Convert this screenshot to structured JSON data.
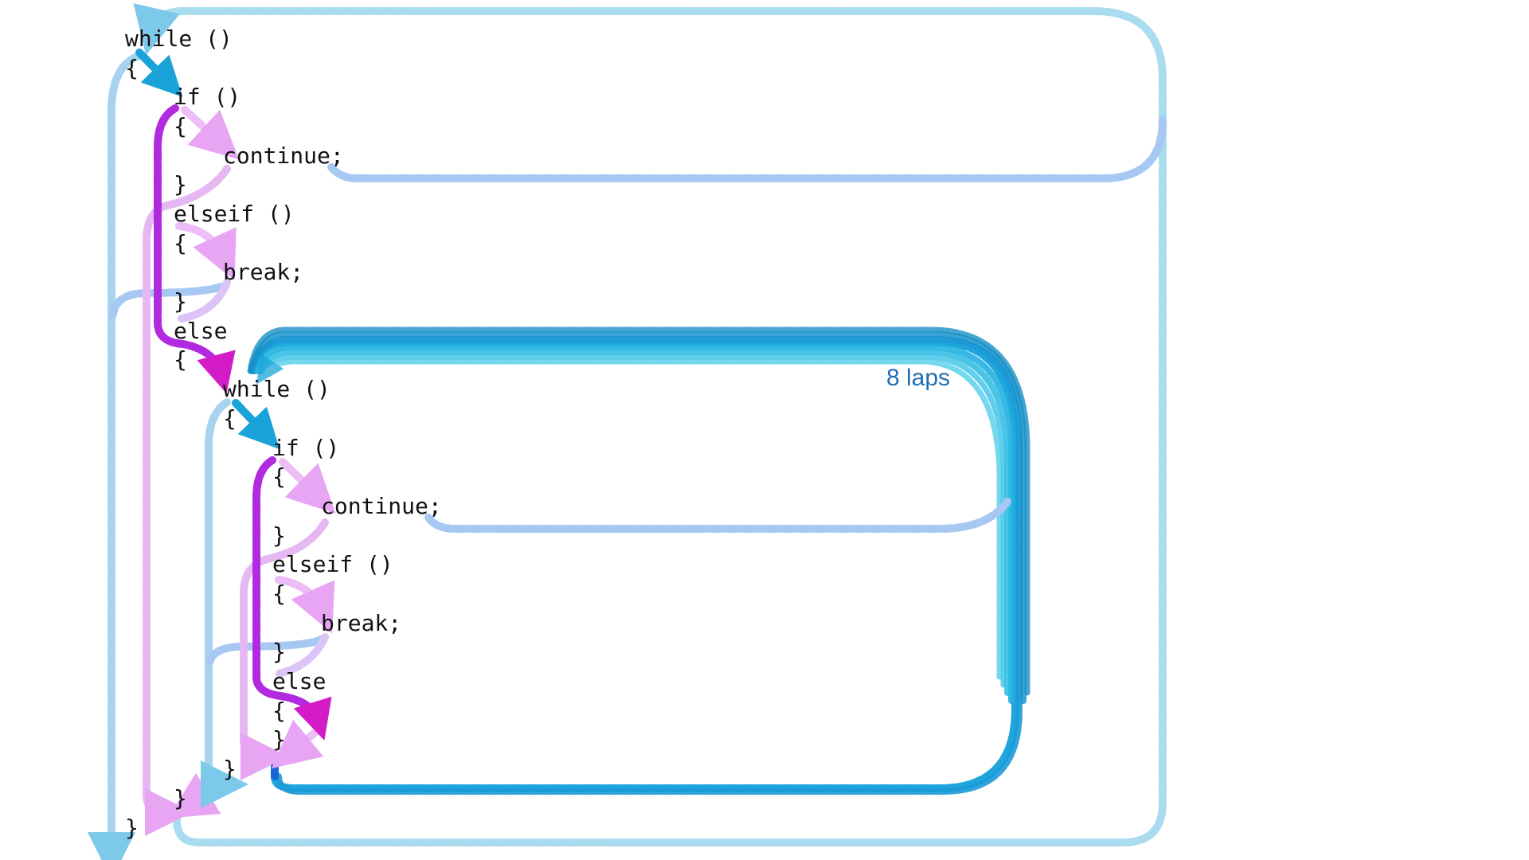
{
  "diagram": {
    "outer": {
      "while_head": "while ()",
      "open_brace": "{",
      "if_head": "if ()",
      "if_open": "{",
      "continue_stmt": "continue;",
      "if_close": "}",
      "elseif_head": "elseif ()",
      "elseif_open": "{",
      "break_stmt": "break;",
      "elseif_close": "}",
      "else_head": "else",
      "else_open": "{",
      "else_close": "}",
      "close_brace": "}"
    },
    "inner": {
      "while_head": "while ()",
      "open_brace": "{",
      "if_head": "if ()",
      "if_open": "{",
      "continue_stmt": "continue;",
      "if_close": "}",
      "elseif_head": "elseif ()",
      "elseif_open": "{",
      "break_stmt": "break;",
      "elseif_close": "}",
      "else_head": "else",
      "else_open": "{",
      "else_close": "}",
      "close_brace": "}"
    },
    "laps_label": "8 laps"
  },
  "colors": {
    "loop_back": "#8fd3ef",
    "exit_flow": "#9fc6f2",
    "if_branch": "#e7b3f5",
    "condition_true": "#9b30e8",
    "condition_else": "#d31cc8",
    "enter_body": "#1aa3d9",
    "laps_bundle": "#1b9ad6",
    "inner_return": "#1a66d6",
    "laps_text": "#1f6fb3"
  },
  "icons": [
    "flow-arrow-icon"
  ]
}
